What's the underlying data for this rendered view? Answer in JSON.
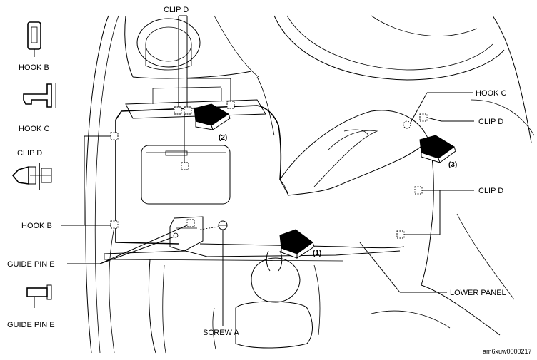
{
  "labels": {
    "hook_b_icon": "HOOK B",
    "hook_c_icon": "HOOK C",
    "clip_d_icon": "CLIP D",
    "hook_b_left": "HOOK B",
    "guide_pin_e_left": "GUIDE PIN E",
    "guide_pin_e_icon": "GUIDE PIN E",
    "clip_d_top": "CLIP D",
    "hook_c_right": "HOOK C",
    "clip_d_right_top": "CLIP D",
    "clip_d_right_mid": "CLIP D",
    "screw_a": "SCREW A",
    "lower_panel": "LOWER PANEL"
  },
  "steps": {
    "step1": "(1)",
    "step2": "(2)",
    "step3": "(3)"
  },
  "figure_code": "am6xuw0000217"
}
